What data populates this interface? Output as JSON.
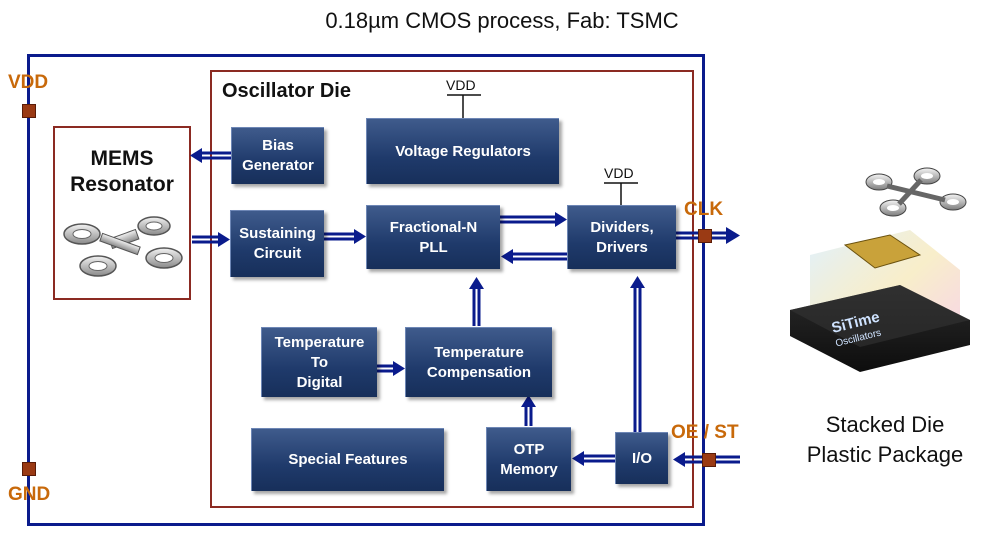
{
  "title": "0.18µm CMOS process, Fab: TSMC",
  "die_label": "Oscillator Die",
  "mems_label": "MEMS\nResonator",
  "blocks": {
    "bias": "Bias\nGenerator",
    "vreg": "Voltage Regulators",
    "sustain": "Sustaining\nCircuit",
    "pll": "Fractional-N\nPLL",
    "dividers": "Dividers,\nDrivers",
    "temp_digital": "Temperature\nTo\nDigital",
    "temp_comp": "Temperature\nCompensation",
    "special": "Special Features",
    "otp": "OTP\nMemory",
    "io": "I/O"
  },
  "pins": {
    "vdd": "VDD",
    "gnd": "GND",
    "clk": "CLK",
    "oe_st": "OE / ST"
  },
  "vdd_tag": "VDD",
  "package": {
    "chip_brand": "SiTime",
    "chip_sub": "Oscillators",
    "caption": "Stacked Die\nPlastic Package"
  },
  "colors": {
    "frame": "#0a1b8c",
    "die_border": "#8b2a22",
    "block": "#1f3a6b",
    "pin_label": "#c8690a",
    "pin": "#9a3a14"
  }
}
